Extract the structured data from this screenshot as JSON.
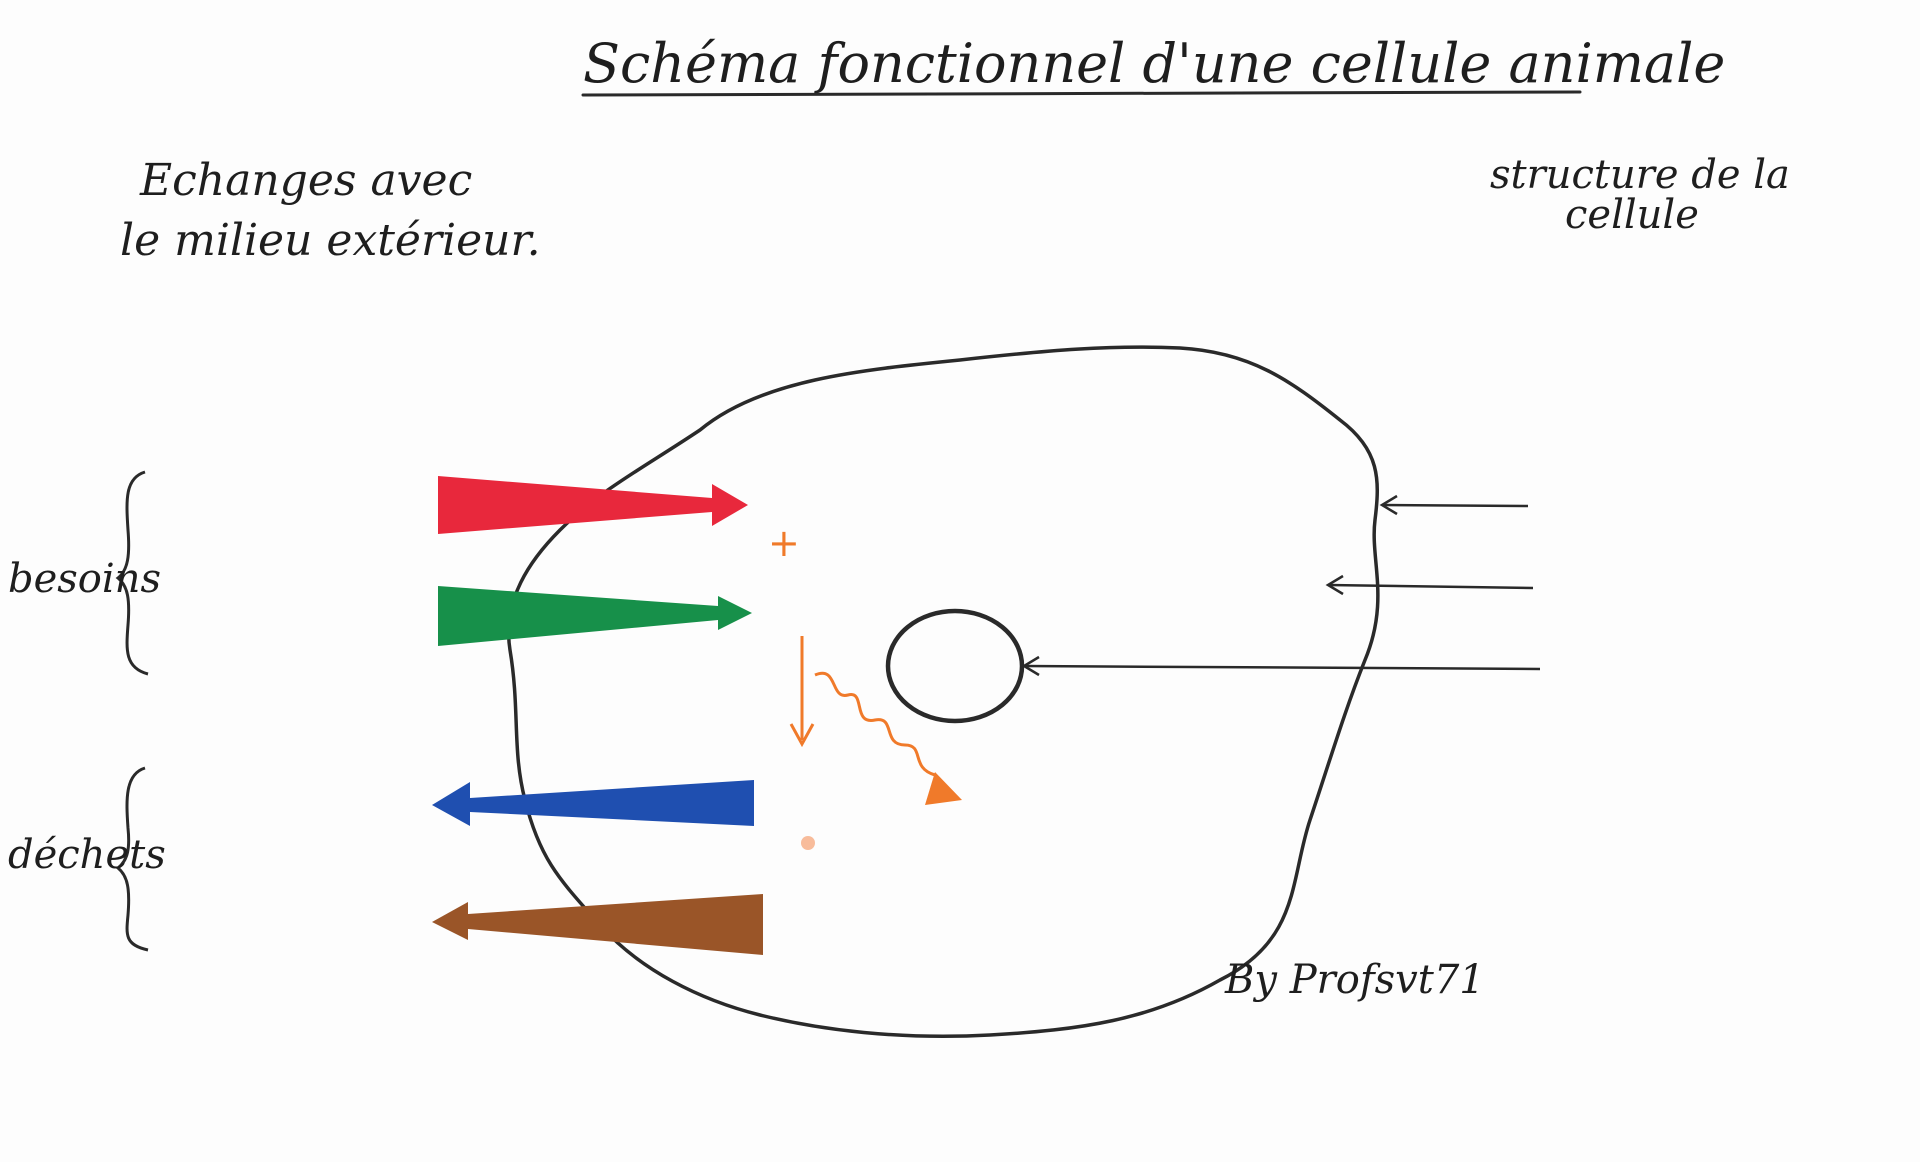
{
  "diagram": {
    "title": "Schéma fonctionnel d'une cellule animale",
    "left_heading": [
      "Echanges avec",
      "le milieu extérieur."
    ],
    "right_heading": [
      "structure de la",
      "cellule"
    ],
    "group_labels": {
      "needs": "besoins",
      "wastes": "déchets"
    },
    "signature": "By Profsvt71",
    "orange_plus": "+",
    "arrow_colors": {
      "needs_top": "#e8283c",
      "needs_bottom": "#17904a",
      "waste_top": "#1f4fb0",
      "waste_bottom": "#9a5528",
      "metabolism": "#f07a2a",
      "outline": "#2a2a2a"
    }
  }
}
